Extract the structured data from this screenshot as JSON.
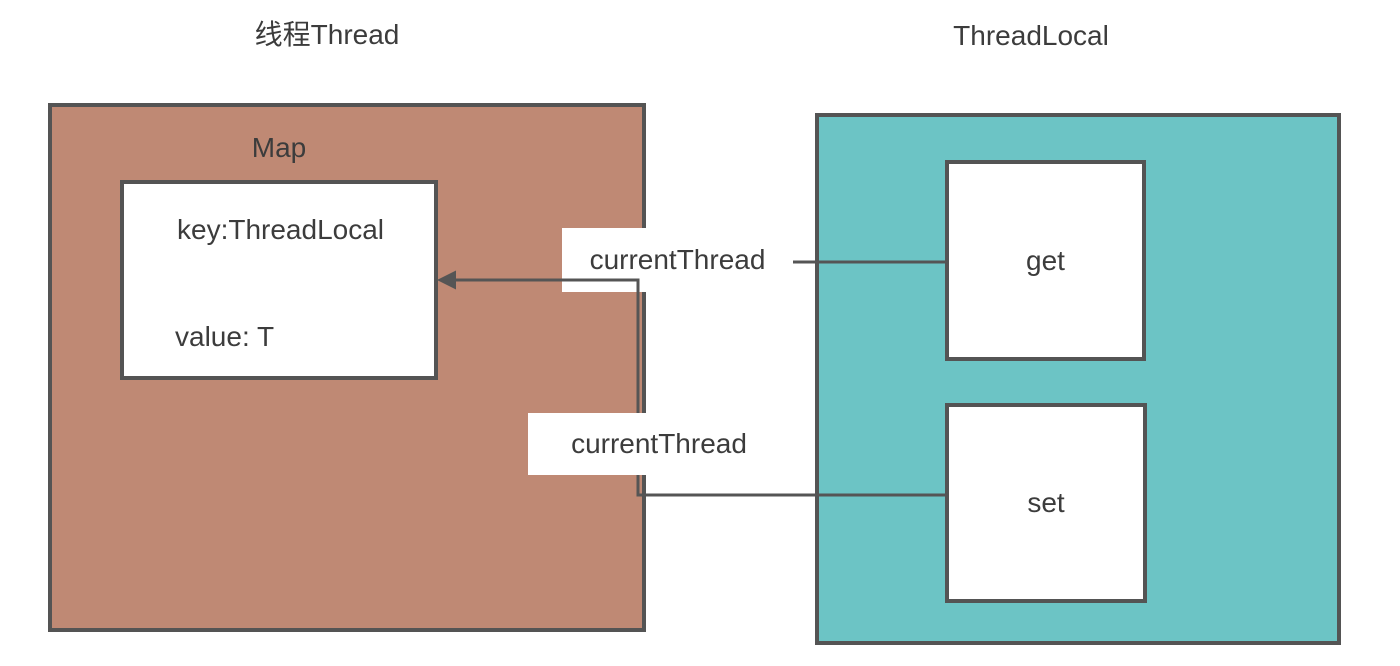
{
  "titles": {
    "left": "线程Thread",
    "right": "ThreadLocal"
  },
  "thread_box": {
    "title": "Map",
    "entry": {
      "key": "key:ThreadLocal",
      "value": "value: T"
    }
  },
  "threadlocal_box": {
    "get_label": "get",
    "set_label": "set"
  },
  "connectors": {
    "top_label": "currentThread",
    "bottom_label": "currentThread"
  },
  "colors": {
    "thread_box_fill": "#bf8974",
    "threadlocal_box_fill": "#6cc4c5",
    "box_border": "#545454",
    "wire": "#555555",
    "text": "#3c3c3c",
    "background": "#ffffff"
  }
}
